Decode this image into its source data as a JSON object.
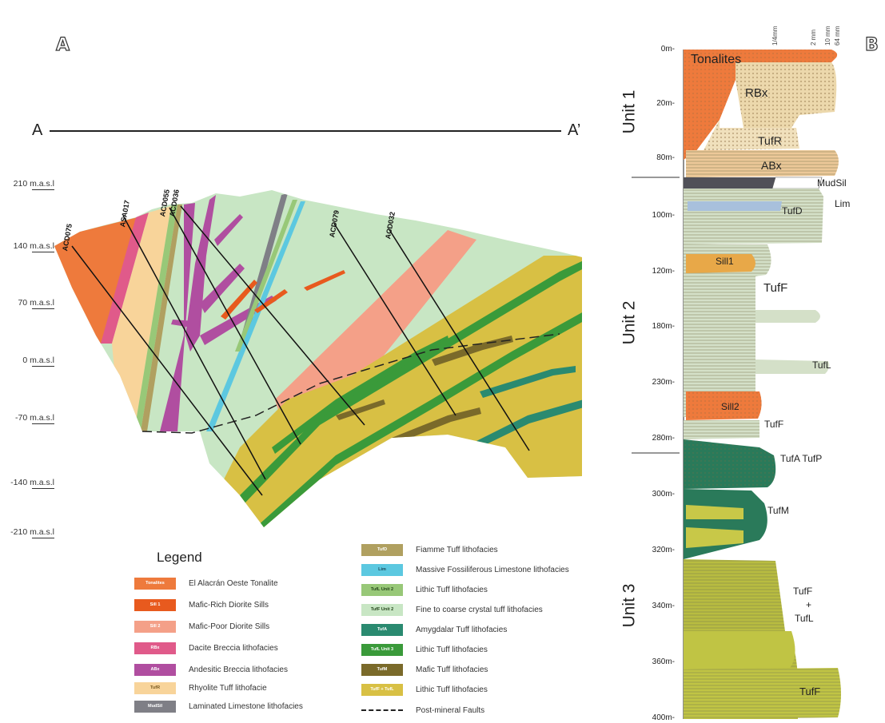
{
  "panels": {
    "a": "A",
    "b": "B"
  },
  "section": {
    "start": "A",
    "end": "A’"
  },
  "elevation_labels": [
    "210 m.a.s.l",
    "140 m.a.s.l",
    "70 m.a.s.l",
    "0 m.a.s.l",
    "-70 m.a.s.l",
    "-140 m.a.s.l",
    "-210 m.a.s.l"
  ],
  "drillholes": [
    "ACD075",
    "ASA017",
    "ACD055",
    "ACD036",
    "ACD079",
    "ACD032"
  ],
  "legend": {
    "title": "Legend",
    "col1": [
      {
        "code": "Tonalites",
        "label": "El Alacrán Oeste Tonalite",
        "color": "#ee7a3c"
      },
      {
        "code": "Sill 1",
        "label": "Mafic-Rich Diorite Sills",
        "color": "#e85a1e"
      },
      {
        "code": "Sill 2",
        "label": "Mafic-Poor Diorite Sills",
        "color": "#f4a088"
      },
      {
        "code": "RBx",
        "label": "Dacite Breccia lithofacies",
        "color": "#e05a8a"
      },
      {
        "code": "ABx",
        "label": "Andesitic Breccia lithofacies",
        "color": "#b04ea0"
      },
      {
        "code": "TufR",
        "label": "Rhyolite Tuff lithofacie",
        "color": "#f8d49a"
      },
      {
        "code": "MudSil",
        "label": "Laminated Limestone lithofacies",
        "color": "#7f7f86"
      }
    ],
    "col2": [
      {
        "code": "TufD",
        "label": "Fiamme Tuff lithofacies",
        "color": "#b0a060"
      },
      {
        "code": "Lim",
        "label": "Massive Fossiliferous Limestone lithofacies",
        "color": "#5cc8e0"
      },
      {
        "code": "TufL Unit 2",
        "label": "Lithic Tuff lithofacies",
        "color": "#98c878"
      },
      {
        "code": "TufF Unit 2",
        "label": "Fine to coarse crystal tuff lithofacies",
        "color": "#c8e6c4"
      },
      {
        "code": "TufA",
        "label": "Amygdalar Tuff lithofacies",
        "color": "#2a8a70"
      },
      {
        "code": "TufL Unit 3",
        "label": "Lithic Tuff lithofacies",
        "color": "#3a9a3a"
      },
      {
        "code": "TufM",
        "label": "Mafic Tuff lithofacies",
        "color": "#7a6a2a"
      },
      {
        "code": "TufF + TufL",
        "label": "Lithic Tuff lithofacies",
        "color": "#d8c044"
      }
    ],
    "fault": "Post-mineral Faults"
  },
  "column": {
    "grain_sizes": [
      "1/4mm",
      "2 mm",
      "10 mm",
      "64 mm"
    ],
    "depths": [
      "0m-",
      "20m-",
      "80m-",
      "100m-",
      "120m-",
      "180m-",
      "230m-",
      "280m-",
      "300m-",
      "320m-",
      "340m-",
      "360m-",
      "400m-"
    ],
    "units": [
      "Unit 1",
      "Unit 2",
      "Unit 3"
    ],
    "labels": {
      "tonalites": "Tonalites",
      "rbx": "RBx",
      "tufr": "TufR",
      "abx": "ABx",
      "mudsil": "MudSil",
      "lim": "Lim",
      "tufd": "TufD",
      "sill1": "Sill1",
      "tuff1": "TufF",
      "tufl": "TufL",
      "sill2": "Sill2",
      "tuff2": "TufF",
      "tufatufp": "TufA TufP",
      "tufm": "TufM",
      "tuff3": "TufF",
      "plus": "+",
      "tufl3": "TufL",
      "tuff4": "TufF"
    }
  }
}
